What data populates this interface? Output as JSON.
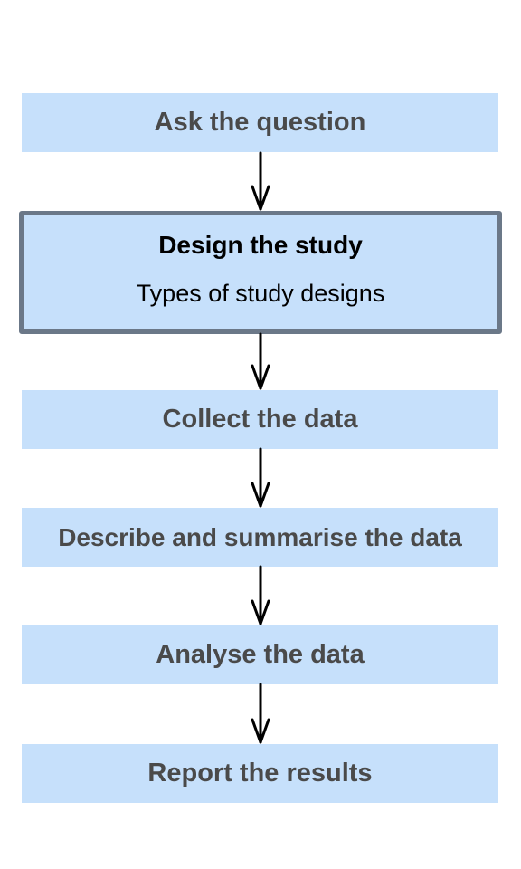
{
  "steps": [
    {
      "label": "Ask the question"
    },
    {
      "label": "Design the study",
      "sublabel": "Types of study designs"
    },
    {
      "label": "Collect the data"
    },
    {
      "label": "Describe and summarise the data"
    },
    {
      "label": "Analyse the data"
    },
    {
      "label": "Report the results"
    }
  ],
  "colors": {
    "box_fill": "#c6e0fb",
    "active_border": "#6b7888",
    "inactive_text": "#4a4a4a",
    "active_text": "#000000",
    "arrow": "#000000"
  }
}
